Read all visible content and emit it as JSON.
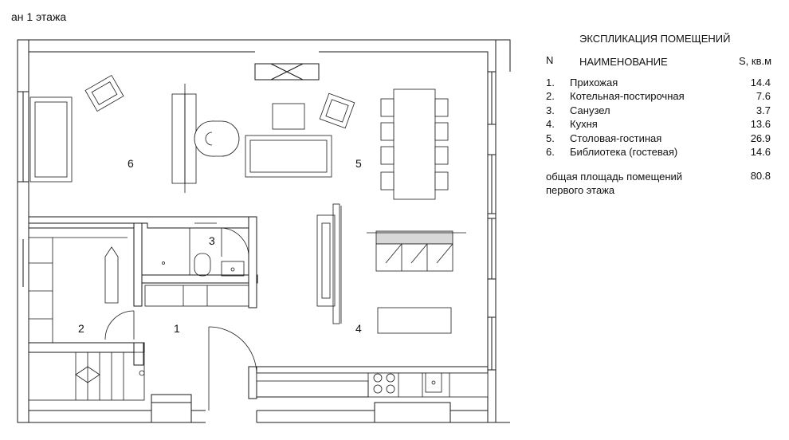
{
  "plan_title": "ан 1 этажа",
  "room_numbers": [
    "6",
    "5",
    "3",
    "2",
    "1",
    "4"
  ],
  "legend": {
    "title": "ЭКСПЛИКАЦИЯ ПОМЕЩЕНИЙ",
    "col_n": "N",
    "col_name": "НАИМЕНОВАНИЕ",
    "col_area": "S, кв.м",
    "rows": [
      {
        "n": "1.",
        "name": "Прихожая",
        "area": "14.4"
      },
      {
        "n": "2.",
        "name": "Котельная-постирочная",
        "area": "7.6"
      },
      {
        "n": "3.",
        "name": "Санузел",
        "area": "3.7"
      },
      {
        "n": "4.",
        "name": "Кухня",
        "area": "13.6"
      },
      {
        "n": "5.",
        "name": "Столовая-гостиная",
        "area": "26.9"
      },
      {
        "n": "6.",
        "name": "Библиотека (гостевая)",
        "area": "14.6"
      }
    ],
    "total_label": "общая площадь помещений первого этажа",
    "total_value": "80.8"
  }
}
